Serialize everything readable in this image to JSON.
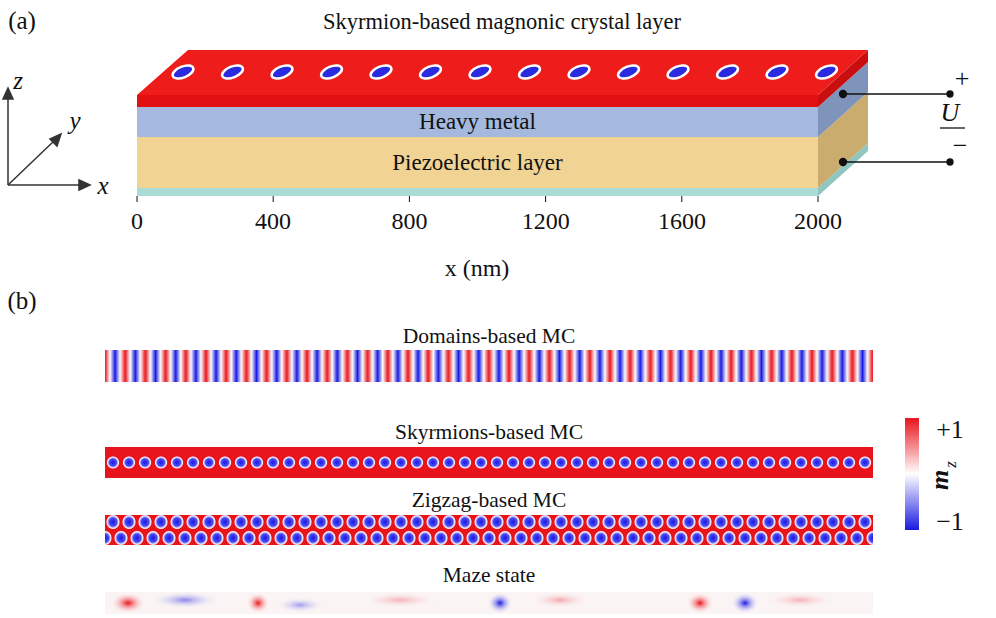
{
  "diagram": {
    "nodes": [
      {
        "text": [
          "Skyrmion-based magnonic crystal layer"
        ]
      },
      {
        "text": [
          "Heavy metal"
        ]
      },
      {
        "text": [
          "Piezoelectric layer"
        ]
      },
      {
        "text": [
          "Domains-based MC"
        ]
      },
      {
        "text": [
          "Skyrmions-based MC"
        ]
      },
      {
        "text": [
          "Zigzag-based MC"
        ]
      },
      {
        "text": [
          "Maze state"
        ]
      }
    ],
    "labels": [
      "(a)",
      "z",
      "y",
      "x",
      "+",
      "U",
      "−",
      "0",
      "400",
      "800",
      "1200",
      "1600",
      "2000",
      "x (nm)",
      "(b)",
      "+1",
      "−1",
      "m",
      "z"
    ]
  }
}
